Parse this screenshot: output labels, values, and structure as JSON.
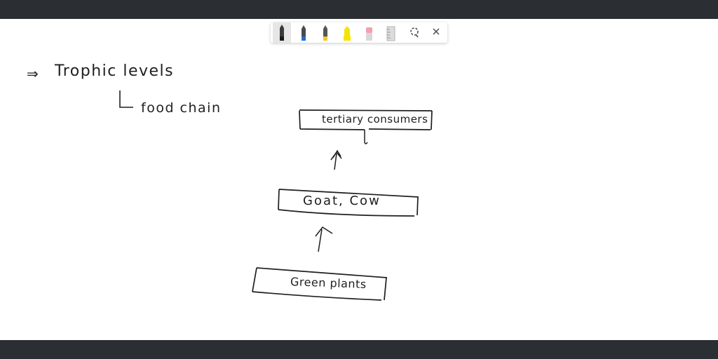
{
  "window": {
    "top_bar_color": "#2b2f33",
    "bottom_bar_color": "#2b2f33",
    "canvas_color": "#ffffff"
  },
  "toolbar": {
    "tools": [
      {
        "name": "black-marker-icon",
        "color": "#1a1a1a",
        "selected": true
      },
      {
        "name": "blue-marker-icon",
        "color": "#1e6fd0"
      },
      {
        "name": "yellow-marker-icon",
        "color": "#f4c430"
      },
      {
        "name": "highlighter-icon",
        "color": "#f5e400"
      },
      {
        "name": "eraser-icon",
        "color": "#f2a0b0"
      },
      {
        "name": "ruler-icon",
        "color": "#c8c8c8"
      },
      {
        "name": "lasso-icon"
      },
      {
        "name": "close-icon"
      }
    ]
  },
  "notes": {
    "heading_arrow": "⇒",
    "heading": "Trophic levels",
    "sub_arrow": "↳",
    "subheading": "food chain",
    "box_top": "tertiary consumers",
    "box_middle": "Goat, Cow",
    "box_bottom": "Green plants"
  }
}
